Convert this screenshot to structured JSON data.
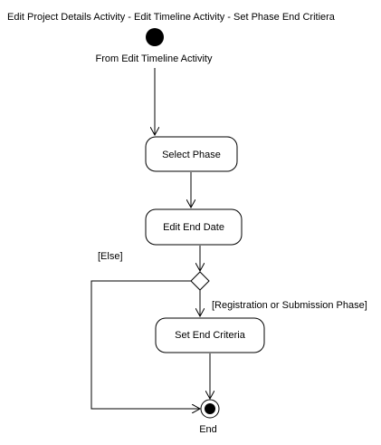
{
  "diagram": {
    "title": "Edit Project Details Activity -  Edit Timeline Activity - Set Phase End Critiera",
    "start_label": "From Edit Timeline Activity",
    "end_label": "End",
    "actions": {
      "select_phase": "Select Phase",
      "edit_end_date": "Edit End Date",
      "set_end_criteria": "Set End Criteria"
    },
    "guards": {
      "else": "[Else]",
      "registration": "[Registration or Submission Phase]"
    }
  }
}
